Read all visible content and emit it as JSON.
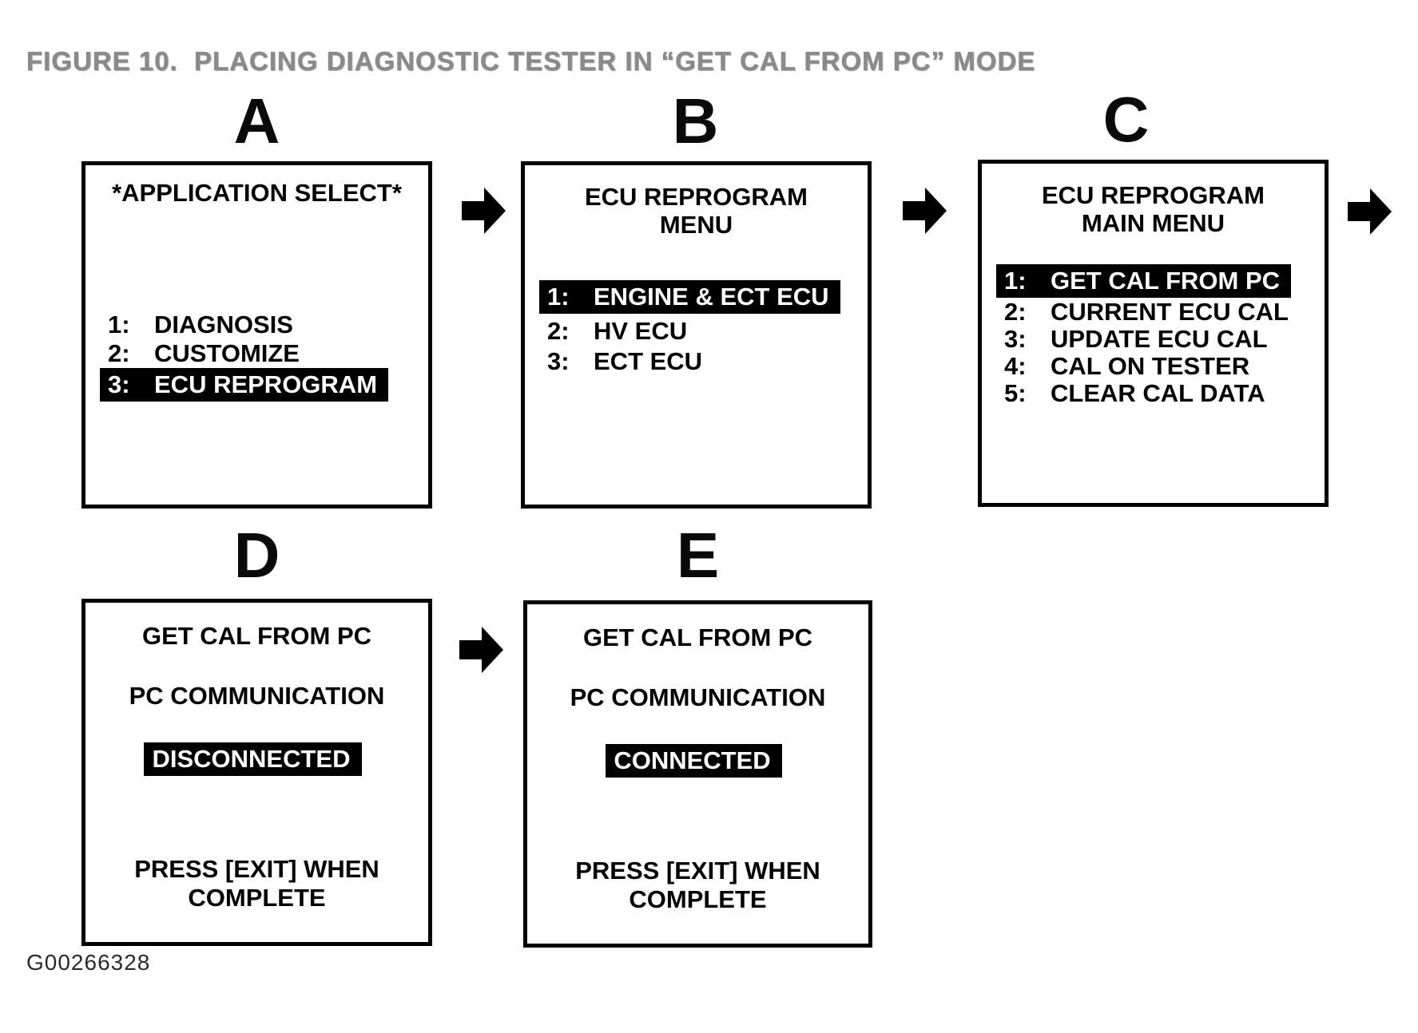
{
  "figure": {
    "title": "FIGURE 10.  PLACING DIAGNOSTIC TESTER IN “GET CAL FROM PC” MODE",
    "code": "G00266328"
  },
  "colors": {
    "highlight_bg": "#000000",
    "highlight_text": "#ffffff",
    "screen_border": "#000000",
    "caption_gray": "#8a8a8a"
  },
  "icons": {
    "flow_arrow": "right-arrow-icon"
  },
  "panels": [
    {
      "letter": "A",
      "screen_title_lines": [
        "*APPLICATION SELECT*"
      ],
      "menu": [
        {
          "num": "1:",
          "label": "DIAGNOSIS",
          "highlighted": false
        },
        {
          "num": "2:",
          "label": "CUSTOMIZE",
          "highlighted": false
        },
        {
          "num": "3:",
          "label": "ECU REPROGRAM",
          "highlighted": true
        }
      ]
    },
    {
      "letter": "B",
      "screen_title_lines": [
        "ECU REPROGRAM",
        "MENU"
      ],
      "menu": [
        {
          "num": "1:",
          "label": "ENGINE & ECT ECU",
          "highlighted": true
        },
        {
          "num": "2:",
          "label": "HV ECU",
          "highlighted": false
        },
        {
          "num": "3:",
          "label": "ECT ECU",
          "highlighted": false
        }
      ]
    },
    {
      "letter": "C",
      "screen_title_lines": [
        "ECU REPROGRAM",
        "MAIN MENU"
      ],
      "menu": [
        {
          "num": "1:",
          "label": "GET CAL FROM PC",
          "highlighted": true
        },
        {
          "num": "2:",
          "label": "CURRENT ECU CAL",
          "highlighted": false
        },
        {
          "num": "3:",
          "label": "UPDATE ECU CAL",
          "highlighted": false
        },
        {
          "num": "4:",
          "label": "CAL ON TESTER",
          "highlighted": false
        },
        {
          "num": "5:",
          "label": "CLEAR CAL DATA",
          "highlighted": false
        }
      ]
    },
    {
      "letter": "D",
      "lines": [
        "GET CAL FROM PC",
        "PC COMMUNICATION"
      ],
      "status": "DISCONNECTED",
      "footer_lines": [
        "PRESS [EXIT] WHEN",
        "COMPLETE"
      ]
    },
    {
      "letter": "E",
      "lines": [
        "GET CAL FROM PC",
        "PC COMMUNICATION"
      ],
      "status": "CONNECTED",
      "footer_lines": [
        "PRESS [EXIT] WHEN",
        "COMPLETE"
      ]
    }
  ]
}
